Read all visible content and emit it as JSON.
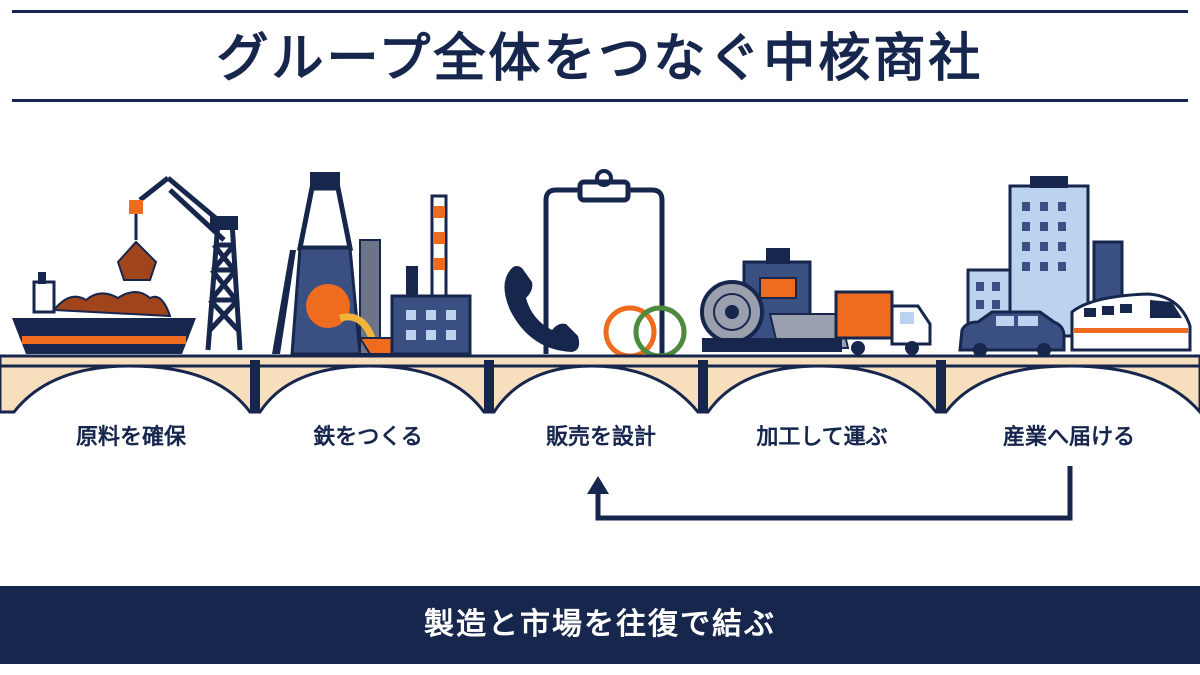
{
  "title": "グループ全体をつなぐ中核商社",
  "stages": [
    {
      "label": "原料を確保",
      "icon": "cargo-ship-crane-icon"
    },
    {
      "label": "鉄をつくる",
      "icon": "steel-mill-icon"
    },
    {
      "label": "販売を設計",
      "icon": "clipboard-phone-rings-icon"
    },
    {
      "label": "加工して運ぶ",
      "icon": "coil-press-truck-icon"
    },
    {
      "label": "産業へ届ける",
      "icon": "city-car-train-icon"
    }
  ],
  "footer": {
    "text": "製造と市場を往復で結ぶ"
  },
  "colors": {
    "navy": "#16264d",
    "orange": "#ef6b1d",
    "bridge": "#f7dfbd",
    "green": "#4e8a3e",
    "light_blue": "#bcd3ef"
  }
}
